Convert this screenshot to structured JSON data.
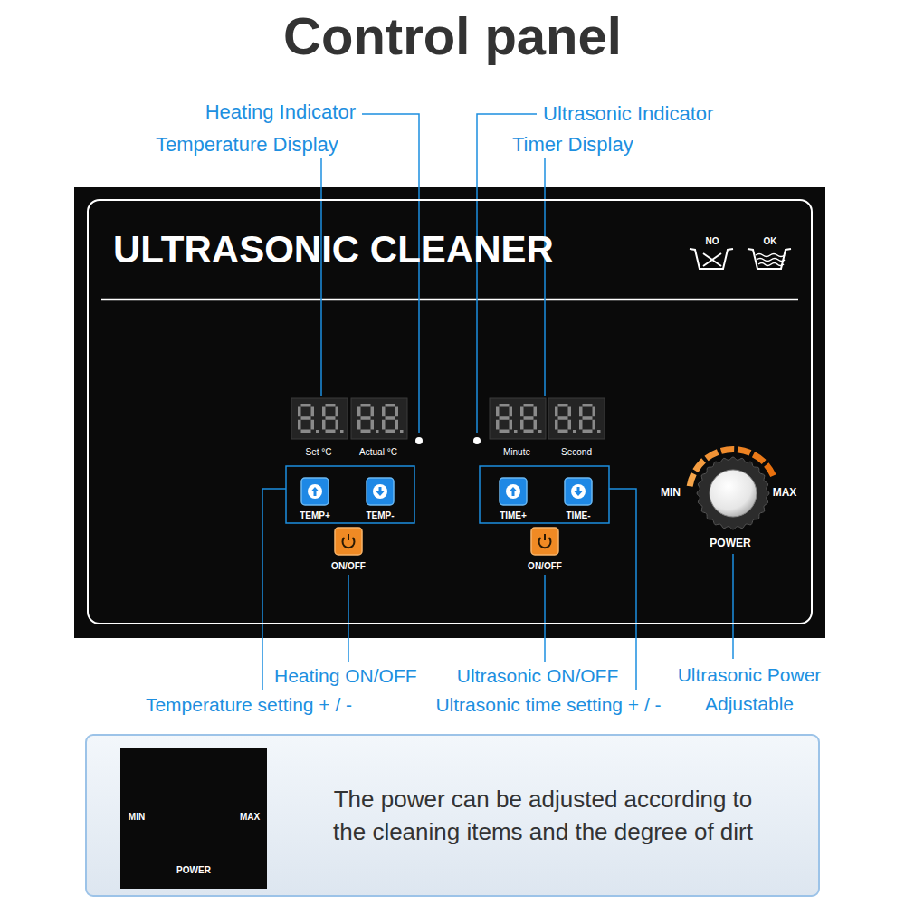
{
  "diagram": {
    "title": "Control panel",
    "nodes": [
      {
        "text": [
          "ULTRASONIC CLEANER"
        ]
      },
      {
        "text": [
          "The power can be adjusted according to the cleaning items and the degree of dirt"
        ]
      }
    ],
    "labels": [
      "Heating Indicator",
      "Temperature Display",
      "Ultrasonic Indicator",
      "Timer Display",
      "NO",
      "OK",
      "Set °C",
      "Actual °C",
      "Minute",
      "Second",
      "TEMP+",
      "TEMP-",
      "ON/OFF",
      "TIME+",
      "TIME-",
      "ON/OFF",
      "MIN",
      "MAX",
      "POWER",
      "Heating ON/OFF",
      "Temperature setting + / -",
      "Ultrasonic ON/OFF",
      "Ultrasonic time setting + / -",
      "Ultrasonic Power Adjustable",
      "MIN",
      "MAX",
      "POWER"
    ]
  }
}
